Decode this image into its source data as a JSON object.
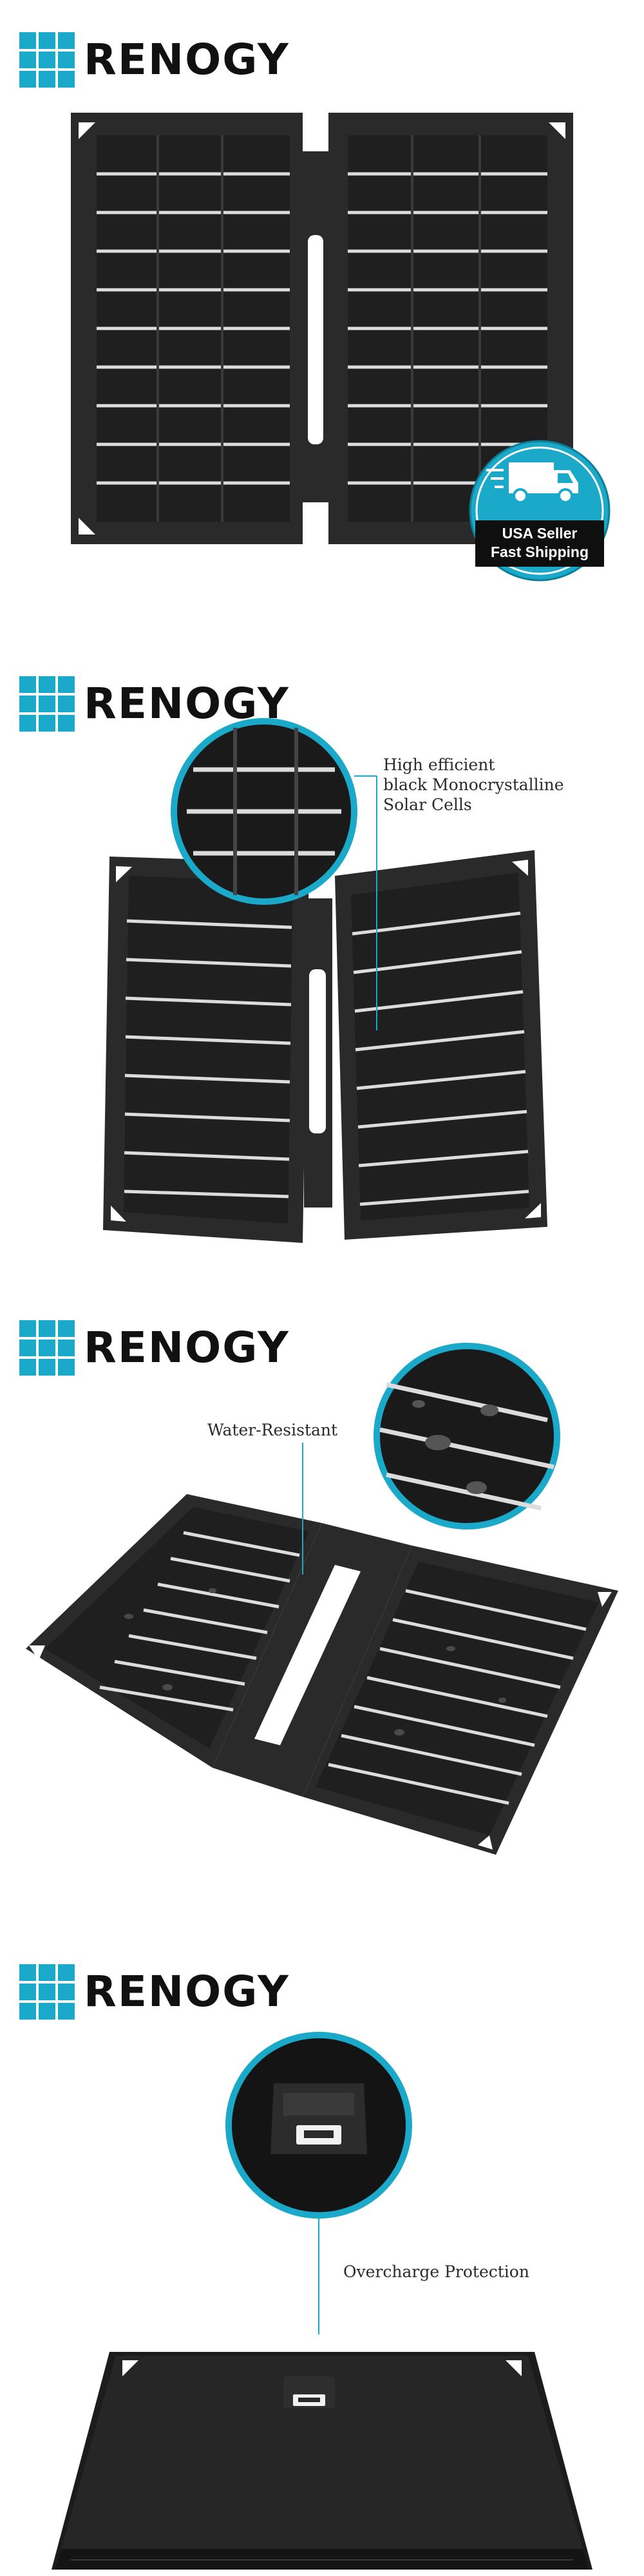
{
  "brand": {
    "name": "RENOGY",
    "accent_color": "#1aa9c9"
  },
  "panels": [
    {
      "id": "front-view",
      "badge": {
        "line1": "USA Seller",
        "line2": "Fast Shipping",
        "icon": "delivery-truck-icon",
        "color": "#1aa9c9"
      }
    },
    {
      "id": "cells-detail",
      "callout": {
        "line1": "High efficient",
        "line2": "black Monocrystalline",
        "line3": "Solar Cells"
      }
    },
    {
      "id": "water-resistant",
      "callout": {
        "text": "Water-Resistant"
      }
    },
    {
      "id": "usb-port",
      "callout": {
        "text": "Overcharge Protection"
      }
    }
  ]
}
